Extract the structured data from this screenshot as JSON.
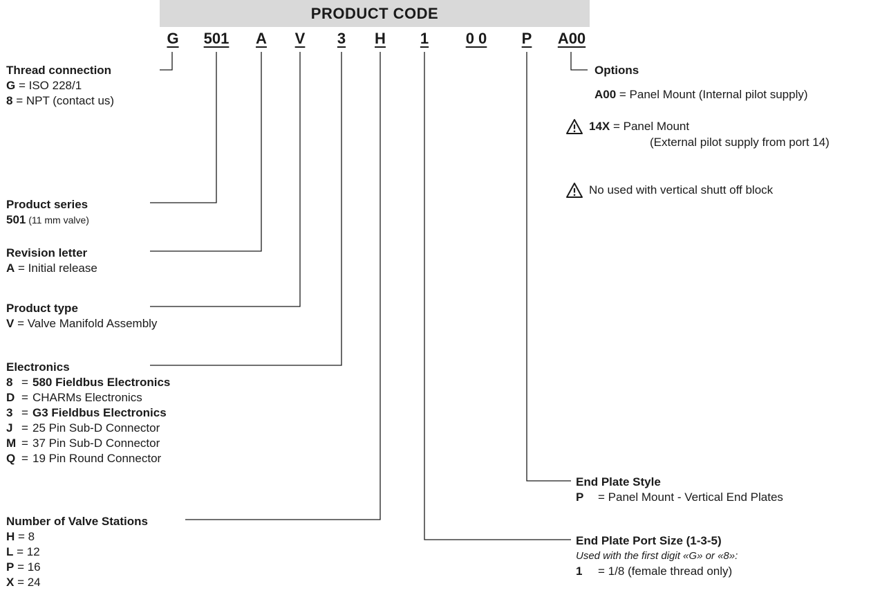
{
  "header": {
    "title": "PRODUCT CODE"
  },
  "code_segments": [
    "G",
    "501",
    "A",
    "V",
    "3",
    "H",
    "1",
    "0 0",
    "P",
    "A00"
  ],
  "left": {
    "thread": {
      "title": "Thread connection",
      "items": [
        {
          "key": "G",
          "text": " = ISO 228/1"
        },
        {
          "key": "8",
          "text": " = NPT (contact us)"
        }
      ]
    },
    "series": {
      "title": "Product series",
      "key": "501",
      "note": " (11 mm valve)"
    },
    "revision": {
      "title": "Revision letter",
      "key": "A",
      "text": " = Initial release"
    },
    "ptype": {
      "title": "Product type",
      "key": "V",
      "text": " =  Valve Manifold Assembly"
    },
    "electronics": {
      "title": "Electronics",
      "items": [
        {
          "key": "8",
          "eq": "=",
          "text": "580 Fieldbus Electronics",
          "bold": true
        },
        {
          "key": "D",
          "eq": "=",
          "text": "CHARMs Electronics",
          "bold": false
        },
        {
          "key": "3",
          "eq": "=",
          "text": "G3 Fieldbus Electronics",
          "bold": true
        },
        {
          "key": "J",
          "eq": "=",
          "text": "25 Pin Sub-D Connector",
          "bold": false
        },
        {
          "key": "M",
          "eq": "=",
          "text": "37 Pin Sub-D Connector",
          "bold": false
        },
        {
          "key": "Q",
          "eq": "=",
          "text": "19 Pin Round Connector",
          "bold": false
        }
      ]
    },
    "stations": {
      "title": "Number of Valve Stations",
      "items": [
        {
          "key": "H",
          "text": " = 8"
        },
        {
          "key": "L",
          "text": " = 12"
        },
        {
          "key": "P",
          "text": " = 16"
        },
        {
          "key": "X",
          "text": " = 24"
        }
      ]
    }
  },
  "right": {
    "options": {
      "title": "Options",
      "a00_key": "A00",
      "a00_text": "  =  Panel Mount (Internal pilot supply)",
      "x14_key": "14X",
      "x14_text": "  =   Panel Mount",
      "x14_text2": "(External pilot supply from port 14)",
      "warning": "No used with vertical shutt off block"
    },
    "endplate_style": {
      "title": "End Plate Style",
      "key": "P",
      "text": "= Panel Mount - Vertical End Plates"
    },
    "endplate_port": {
      "title": "End Plate Port Size (1-3-5)",
      "subtitle": "Used with the first digit «G» or «8»:",
      "key": "1",
      "text": "= 1/8 (female thread only)"
    }
  }
}
